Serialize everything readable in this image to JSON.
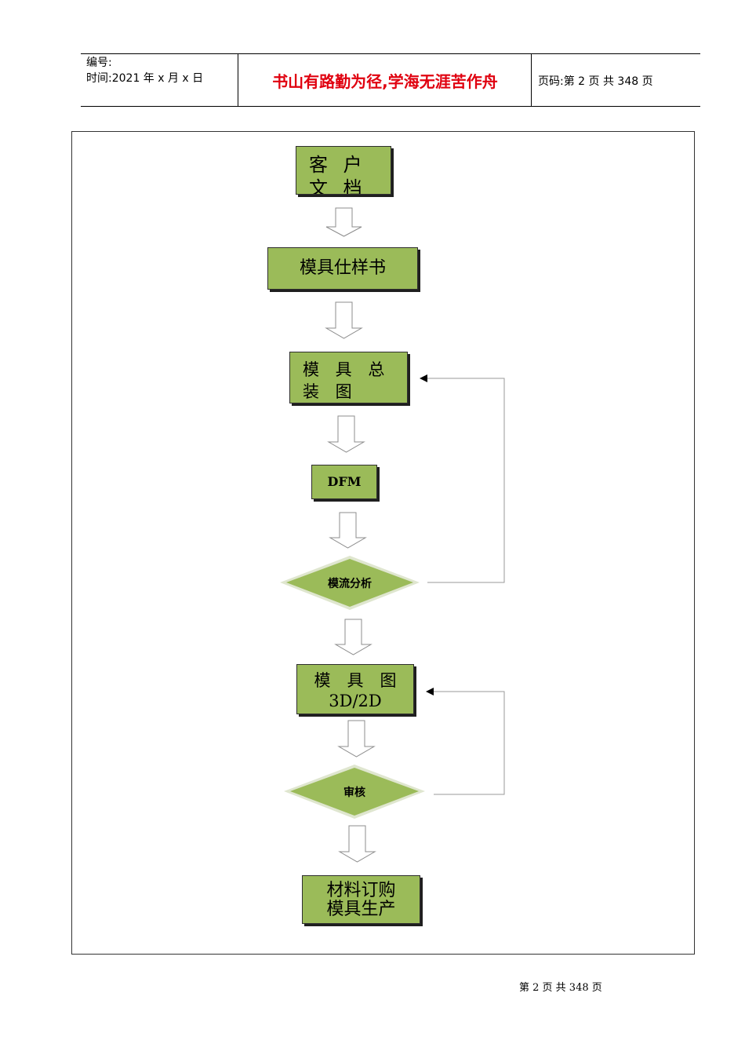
{
  "header": {
    "number_label": "编号:",
    "time_label": "时间:2021 年 x 月 x 日",
    "motto": "书山有路勤为径,学海无涯苦作舟",
    "page_info": "页码:第 2 页  共 348 页"
  },
  "flow": {
    "customer_docs": "客 户 文 档",
    "mold_spec": "模具仕样书",
    "assembly_drawing": "模 具 总 装 图",
    "dfm": "DFM",
    "flow_analysis": "模流分析",
    "mold_drawing_line1": "模　具　图",
    "mold_drawing_line2": "3D/2D",
    "review": "审核",
    "material_line1": "材料订购",
    "material_line2": "模具生产"
  },
  "colors": {
    "box_fill": "#9bbb59",
    "motto": "#e0000f"
  },
  "footer": {
    "page_text": "第 2 页 共 348 页"
  }
}
